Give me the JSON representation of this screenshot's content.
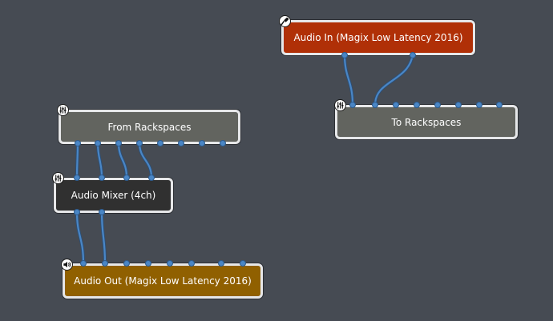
{
  "colors": {
    "canvas": "#464b53",
    "wire": "#4a86c5",
    "block_border": "#e6e7e9",
    "audio_in": "#b03007",
    "rackspace": "#62645f",
    "mixer": "#303030",
    "audio_out": "#906000"
  },
  "blocks": {
    "audio_in": {
      "label": "Audio In (Magix Low Latency 2016)",
      "icon": "microphone-icon"
    },
    "to_rackspaces": {
      "label": "To Rackspaces",
      "icon": "mixer-sliders-icon"
    },
    "from_rackspaces": {
      "label": "From Rackspaces",
      "icon": "mixer-sliders-icon"
    },
    "audio_mixer": {
      "label": "Audio Mixer (4ch)",
      "icon": "mixer-sliders-icon"
    },
    "audio_out": {
      "label": "Audio Out (Magix Low Latency 2016)",
      "icon": "speaker-icon"
    }
  }
}
